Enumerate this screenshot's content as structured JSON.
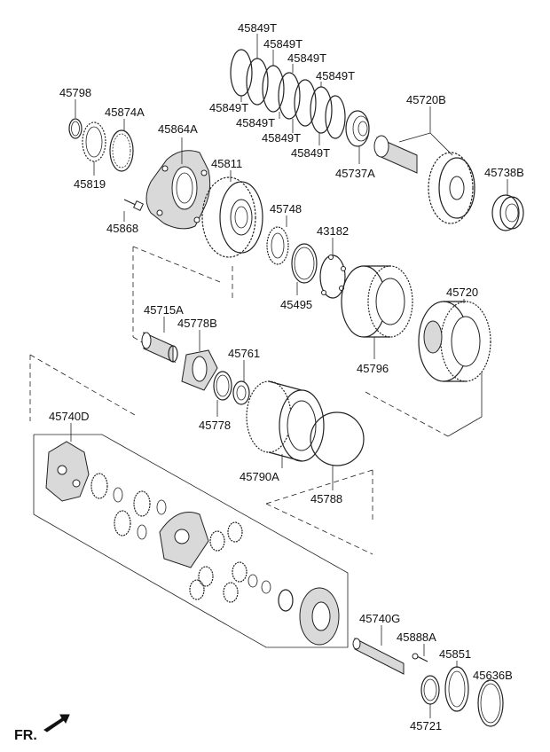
{
  "parts": {
    "p45798": "45798",
    "p45874A": "45874A",
    "p45819": "45819",
    "p45864A": "45864A",
    "p45868": "45868",
    "p45811": "45811",
    "p45849T_1": "45849T",
    "p45849T_2": "45849T",
    "p45849T_3": "45849T",
    "p45849T_4": "45849T",
    "p45849T_5": "45849T",
    "p45849T_6": "45849T",
    "p45849T_7": "45849T",
    "p45849T_8": "45849T",
    "p45720B": "45720B",
    "p45737A": "45737A",
    "p45738B": "45738B",
    "p45748": "45748",
    "p43182": "43182",
    "p45495": "45495",
    "p45796": "45796",
    "p45720": "45720",
    "p45715A": "45715A",
    "p45778B": "45778B",
    "p45761": "45761",
    "p45778": "45778",
    "p45790A": "45790A",
    "p45788": "45788",
    "p45740D": "45740D",
    "p45740G": "45740G",
    "p45888A": "45888A",
    "p45851": "45851",
    "p45636B": "45636B",
    "p45721": "45721"
  },
  "front_marker": "FR."
}
